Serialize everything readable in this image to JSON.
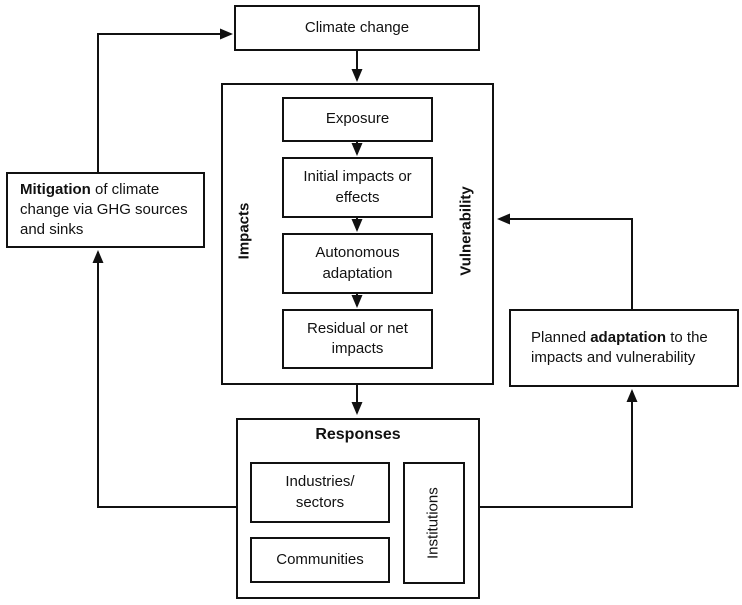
{
  "colors": {
    "line": "#111111",
    "background": "#ffffff",
    "text": "#111111"
  },
  "nodes": {
    "climate_change": "Climate change",
    "exposure": "Exposure",
    "initial_impacts": "Initial impacts or\neffects",
    "autonomous_adaptation": "Autonomous\nadaptation",
    "residual_impacts": "Residual or net\nimpacts",
    "impacts_label": "Impacts",
    "vulnerability_label": "Vulnerability",
    "mitigation": {
      "bold": "Mitigation",
      "rest": " of climate change via GHG sources and sinks"
    },
    "planned_adaptation": {
      "pre": "Planned ",
      "bold": "adaptation",
      "post": " to the impacts and vulnerability"
    },
    "responses_title": "Responses",
    "industries_sectors": "Industries/\nsectors",
    "communities": "Communities",
    "institutions": "Institutions"
  },
  "edges": [
    {
      "from": "Mitigation",
      "to": "Climate change"
    },
    {
      "from": "Climate change",
      "to": "Impacts / Vulnerability system"
    },
    {
      "from": "Exposure",
      "to": "Initial impacts or effects"
    },
    {
      "from": "Initial impacts or effects",
      "to": "Autonomous adaptation"
    },
    {
      "from": "Autonomous adaptation",
      "to": "Residual or net impacts"
    },
    {
      "from": "Impacts / Vulnerability system",
      "to": "Responses"
    },
    {
      "from": "Responses",
      "to": "Mitigation"
    },
    {
      "from": "Responses",
      "to": "Planned adaptation"
    },
    {
      "from": "Planned adaptation",
      "to": "Impacts / Vulnerability system"
    }
  ]
}
